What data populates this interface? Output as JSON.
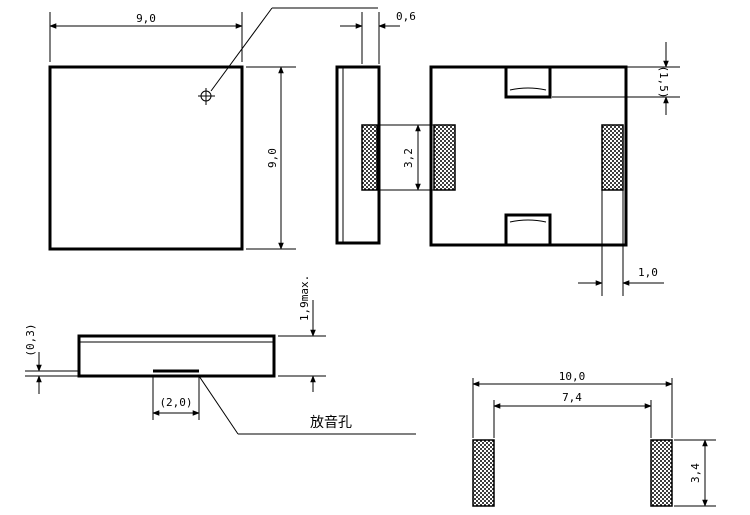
{
  "dimensions": {
    "top_width": "9,0",
    "thickness_top": "0,6",
    "right_height": "9,0",
    "pad_height": "3,2",
    "slot_depth": "(1,5)",
    "pad_width": "1,0",
    "max_height": "1,9max.",
    "layer": "(0,3)",
    "hole_width": "(2,0)",
    "overall_width": "10,0",
    "inner_span": "7,4",
    "pad_length": "3,4"
  },
  "labels": {
    "sound_hole": "放音孔"
  }
}
